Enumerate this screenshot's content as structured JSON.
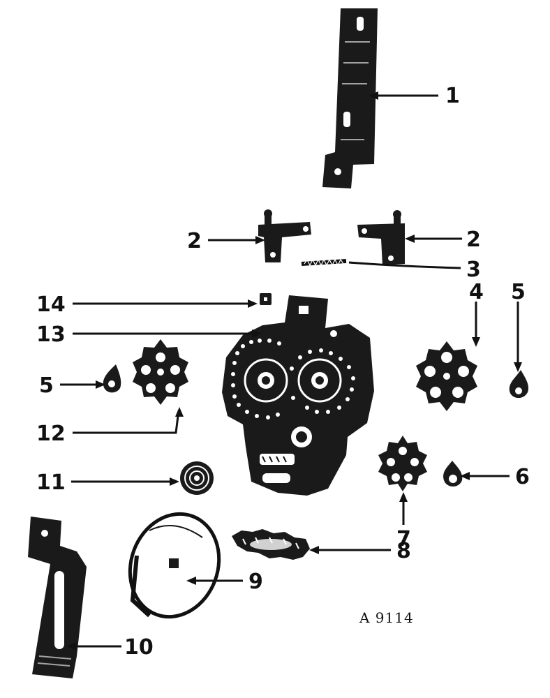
{
  "figure": {
    "id": "A 9114",
    "colors": {
      "ink": "#111111",
      "paper": "#ffffff"
    },
    "callouts": [
      {
        "number": "1",
        "part": "upper mounting bracket"
      },
      {
        "number": "2",
        "part": "left pawl"
      },
      {
        "number": "2",
        "part": "right pawl"
      },
      {
        "number": "3",
        "part": "pawl spring"
      },
      {
        "number": "4",
        "part": "right star wheel"
      },
      {
        "number": "5",
        "part": "left cam"
      },
      {
        "number": "5",
        "part": "right cam"
      },
      {
        "number": "6",
        "part": "small cam"
      },
      {
        "number": "7",
        "part": "small star gear"
      },
      {
        "number": "8",
        "part": "bevel gear"
      },
      {
        "number": "9",
        "part": "cover disc"
      },
      {
        "number": "10",
        "part": "lower mounting bracket"
      },
      {
        "number": "11",
        "part": "coil spring"
      },
      {
        "number": "12",
        "part": "left star wheel"
      },
      {
        "number": "13",
        "part": "counter housing"
      },
      {
        "number": "14",
        "part": "square nut"
      }
    ]
  }
}
